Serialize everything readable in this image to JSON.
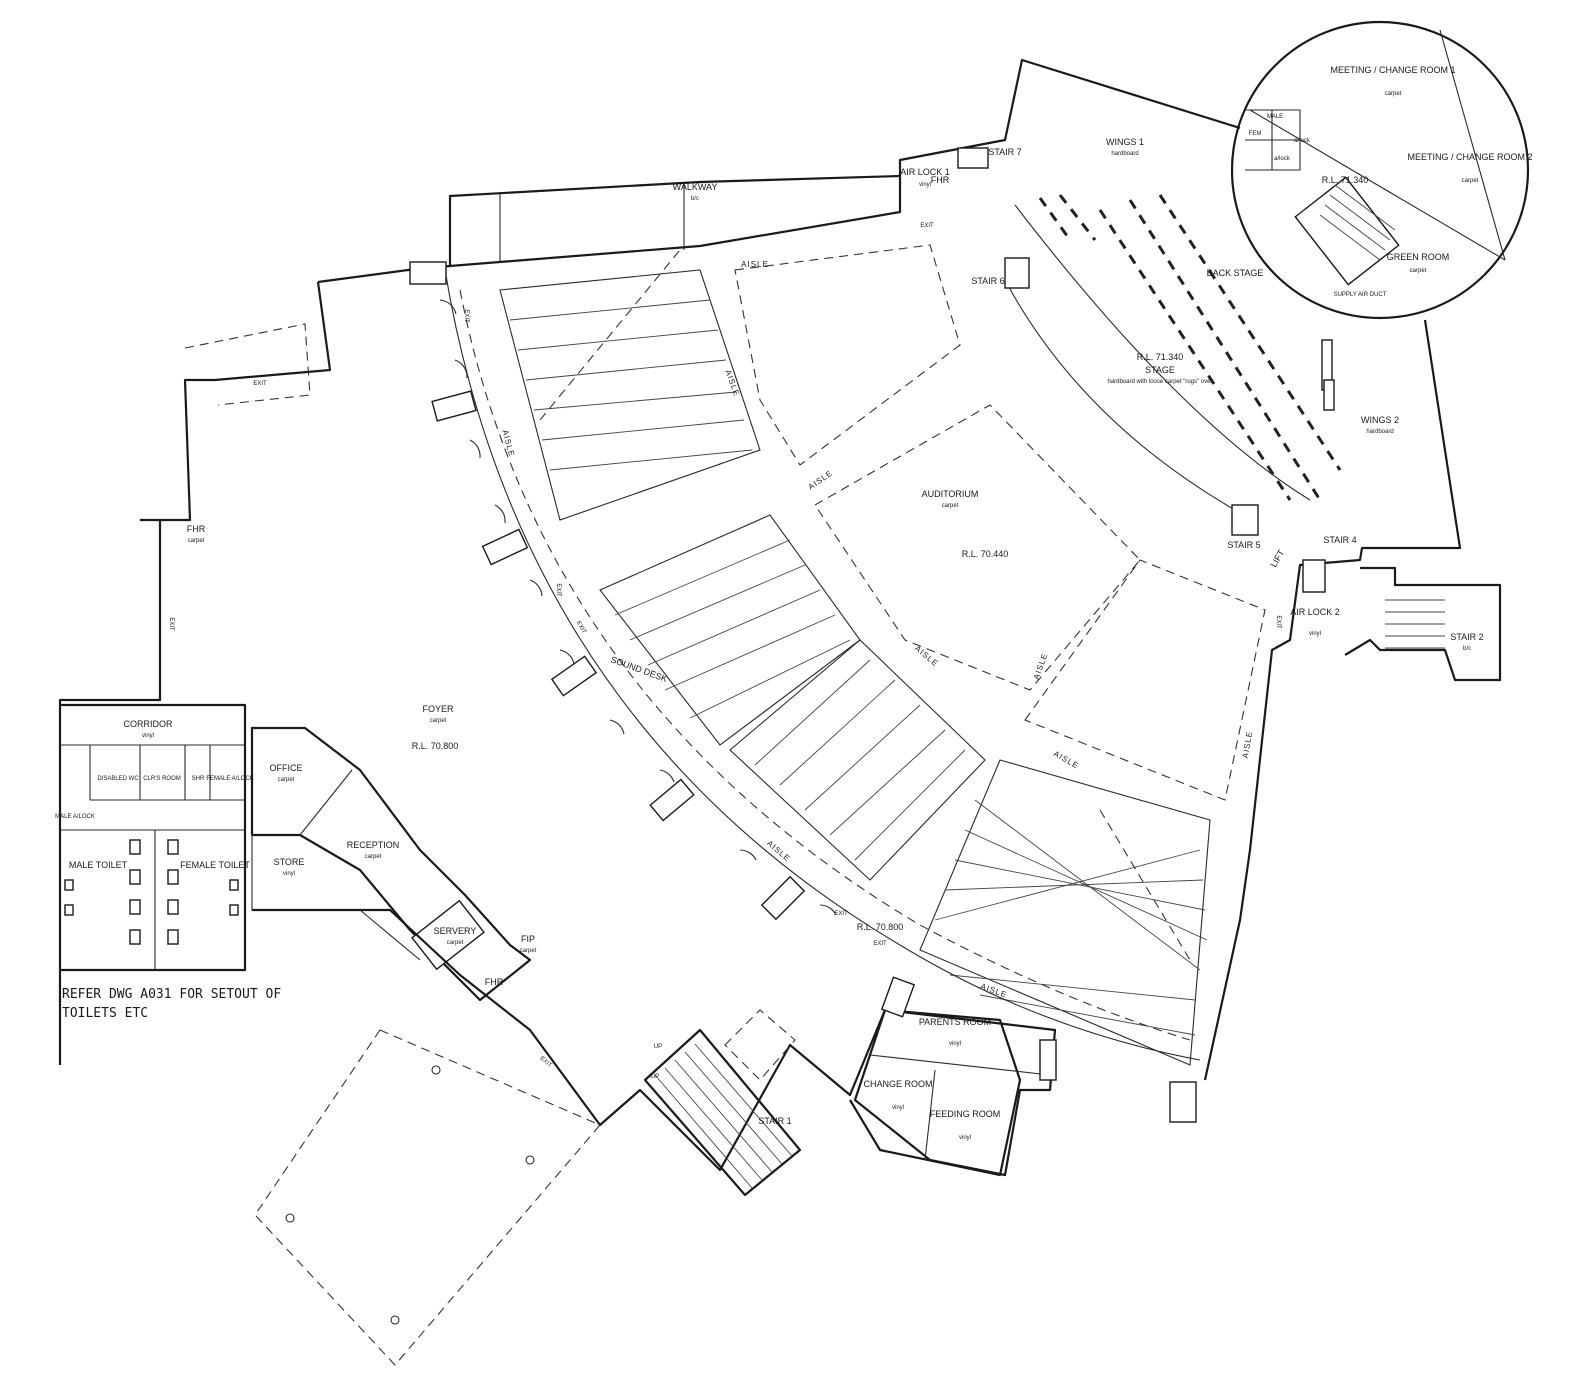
{
  "rooms": {
    "walkway": {
      "name": "WALKWAY",
      "finish": "b/c"
    },
    "airlock1": {
      "name": "AIR LOCK 1",
      "finish": "vinyl"
    },
    "stair7": {
      "name": "STAIR 7"
    },
    "fhr_top": {
      "name": "FHR"
    },
    "wings1": {
      "name": "WINGS 1",
      "finish": "hardboard"
    },
    "stair6": {
      "name": "STAIR 6"
    },
    "back_stage": {
      "name": "BACK STAGE"
    },
    "stage": {
      "rl": "R.L. 71.340",
      "name": "STAGE",
      "finish": "hardboard with loose carpet \"rugs\" over"
    },
    "wings2": {
      "name": "WINGS 2",
      "finish": "hardboard"
    },
    "auditorium": {
      "name": "AUDITORIUM",
      "finish": "carpet",
      "rl": "R.L. 70.440"
    },
    "stair5": {
      "name": "STAIR 5"
    },
    "stair4": {
      "name": "STAIR 4"
    },
    "lift": {
      "name": "LIFT"
    },
    "airlock2": {
      "name": "AIR LOCK 2",
      "finish": "vinyl"
    },
    "stair2": {
      "name": "STAIR 2",
      "finish": "b/c"
    },
    "meeting1": {
      "name": "MEETING / CHANGE ROOM 1",
      "finish": "carpet"
    },
    "meeting2": {
      "name": "MEETING / CHANGE ROOM 2",
      "finish": "carpet"
    },
    "green_room": {
      "name": "GREEN ROOM",
      "finish": "carpet"
    },
    "supply_air_duct": {
      "name": "SUPPLY AIR DUCT"
    },
    "rl_circle": {
      "rl": "R.L. 71.340"
    },
    "male_small": {
      "name": "MALE"
    },
    "fem_small": {
      "name": "FEM"
    },
    "alock_a": {
      "name": "a/lock"
    },
    "alock_b": {
      "name": "a/lock"
    },
    "fhr_left": {
      "name": "FHR",
      "finish": "carpet"
    },
    "foyer": {
      "name": "FOYER",
      "finish": "carpet",
      "rl": "R.L. 70.800"
    },
    "sound_desk": {
      "name": "SOUND DESK"
    },
    "corridor": {
      "name": "CORRIDOR",
      "finish": "vinyl"
    },
    "disabled_wc": {
      "name": "DISABLED WC"
    },
    "cleaners_room": {
      "name": "CLR'S ROOM"
    },
    "shr": {
      "name": "SHR"
    },
    "female_alock": {
      "name": "FEMALE A/LOCK"
    },
    "male_alock": {
      "name": "MALE A/LOCK"
    },
    "male_toilet": {
      "name": "MALE TOILET"
    },
    "female_toilet": {
      "name": "FEMALE TOILET"
    },
    "office": {
      "name": "OFFICE",
      "finish": "carpet"
    },
    "reception": {
      "name": "RECEPTION",
      "finish": "carpet"
    },
    "store": {
      "name": "STORE",
      "finish": "vinyl"
    },
    "servery": {
      "name": "SERVERY",
      "finish": "carpet"
    },
    "fip": {
      "name": "FIP",
      "finish": "carpet"
    },
    "fhr_bottom": {
      "name": "FHR"
    },
    "rl_front": {
      "rl": "R.L. 70.800"
    },
    "parents_room": {
      "name": "PARENTS ROOM",
      "finish": "vinyl"
    },
    "change_room": {
      "name": "CHANGE ROOM",
      "finish": "vinyl"
    },
    "feeding_room": {
      "name": "FEEDING ROOM",
      "finish": "vinyl"
    },
    "stair1": {
      "name": "STAIR 1"
    }
  },
  "aisle_label": "AISLE",
  "up_label": "UP",
  "exit_label": "EXIT",
  "note": [
    "REFER DWG A031 FOR SETOUT OF",
    "TOILETS ETC"
  ]
}
